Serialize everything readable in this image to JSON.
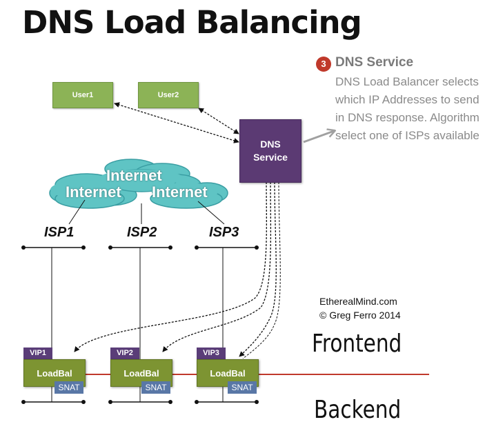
{
  "title": "DNS Load Balancing",
  "users": [
    "User1",
    "User2"
  ],
  "dns_service": {
    "line1": "DNS",
    "line2": "Service"
  },
  "clouds": [
    "Internet",
    "Internet",
    "Internet"
  ],
  "isps": [
    "ISP1",
    "ISP2",
    "ISP3"
  ],
  "callout": {
    "number": "3",
    "title": "DNS Service",
    "body": "DNS Load Balancer selects which IP Addresses to send in DNS response. Algorithm select one of ISPs available"
  },
  "credit": {
    "line1": "EtherealMind.com",
    "line2": "© Greg Ferro 2014"
  },
  "load_balancers": [
    {
      "vip": "VIP1",
      "label": "LoadBal",
      "snat": "SNAT"
    },
    {
      "vip": "VIP2",
      "label": "LoadBal",
      "snat": "SNAT"
    },
    {
      "vip": "VIP3",
      "label": "LoadBal",
      "snat": "SNAT"
    }
  ],
  "zones": {
    "frontend": "Frontend",
    "backend": "Backend"
  },
  "colors": {
    "user_box": "#8cb356",
    "dns_box": "#5b3a73",
    "load_balancer": "#7d9432",
    "vip": "#5a3d78",
    "snat": "#5977a6",
    "cloud": "#5fc4c4",
    "zone_line": "#c0392b",
    "callout_badge": "#c0392b"
  },
  "icons": [
    "cloud-icon"
  ]
}
